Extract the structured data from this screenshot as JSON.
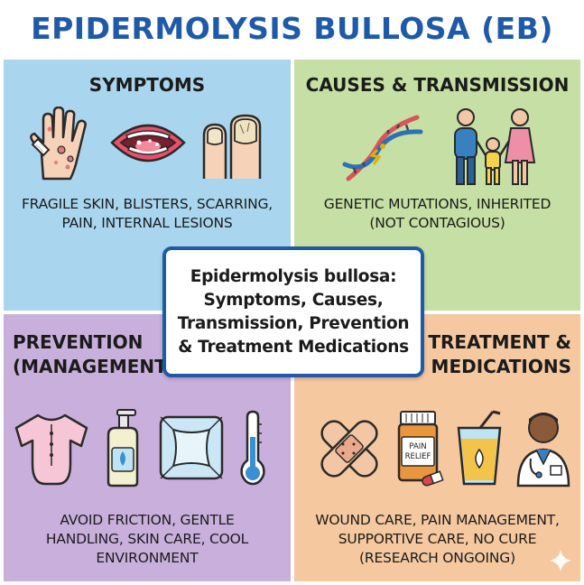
{
  "title": "EPIDERMOLYSIS BULLOSA (EB)",
  "center": {
    "lines": [
      "Epidermolysis bullosa:",
      "Symptoms, Causes,",
      "Transmission, Prevention",
      "& Treatment Medications"
    ]
  },
  "symptoms": {
    "heading": "SYMPTOMS",
    "desc": [
      "FRAGILE SKIN, BLISTERS, SCARRING,",
      "PAIN, INTERNAL LESIONS"
    ],
    "icons": [
      "blistered-hand-icon",
      "mouth-lesions-icon",
      "damaged-nails-icon"
    ]
  },
  "causes": {
    "heading": "CAUSES & TRANSMISSION",
    "desc": [
      "GENETIC MUTATIONS, INHERITED",
      "(NOT CONTAGIOUS)"
    ],
    "icons": [
      "dna-mutation-icon",
      "family-icon"
    ]
  },
  "prevention": {
    "heading": [
      "PREVENTION",
      "(MANAGEMENT)"
    ],
    "desc": [
      "AVOID FRICTION, GENTLE",
      "HANDLING, SKIN CARE, COOL",
      "ENVIRONMENT"
    ],
    "icons": [
      "baby-onesie-icon",
      "lotion-bottle-icon",
      "soft-pad-icon",
      "thermometer-icon"
    ]
  },
  "treatment": {
    "heading": [
      "TREATMENT &",
      "MEDICATIONS"
    ],
    "desc": [
      "WOUND CARE, PAIN MANAGEMENT,",
      "SUPPORTIVE CARE, NO CURE",
      "(RESEARCH ONGOING)"
    ],
    "pill_label": [
      "PAIN",
      "RELIEF"
    ],
    "icons": [
      "bandages-icon",
      "pain-relief-bottle-icon",
      "drink-cup-icon",
      "doctor-icon"
    ]
  },
  "colors": {
    "title": "#1f5aa8",
    "symptoms_bg": "#a9d6ee",
    "causes_bg": "#c6dfa4",
    "prevention_bg": "#c9b0dc",
    "treatment_bg": "#f6c8a0"
  }
}
